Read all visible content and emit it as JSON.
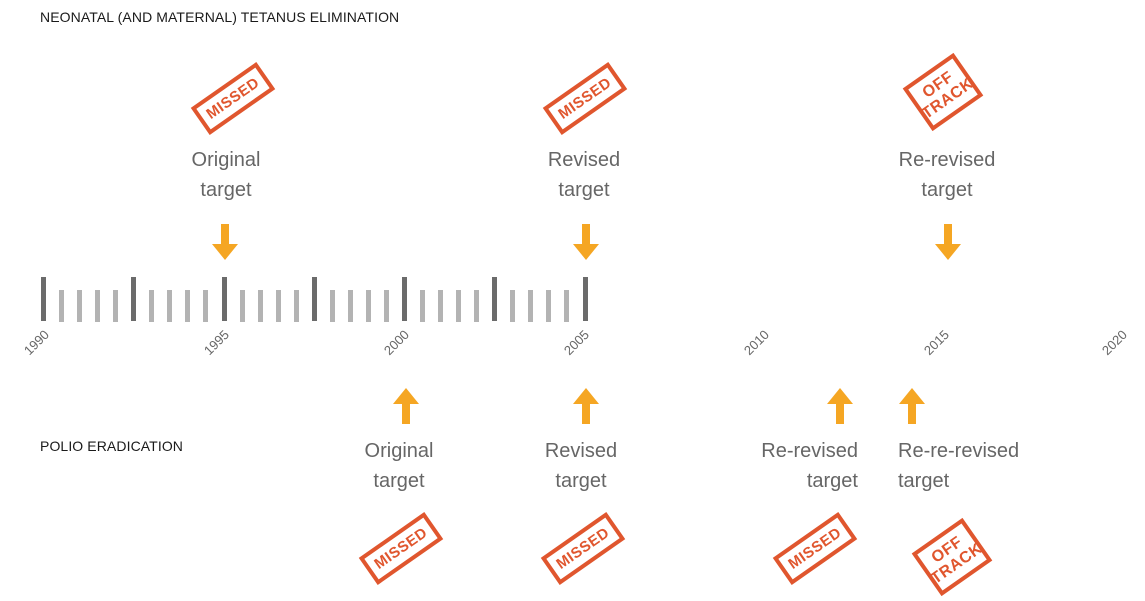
{
  "sections": {
    "top_title": "NEONATAL (AND MATERNAL) TETANUS ELIMINATION",
    "bottom_title": "POLIO ERADICATION"
  },
  "timeline": {
    "start_year": 1990,
    "end_year": 2020,
    "labeled_years": [
      "1990",
      "1995",
      "2000",
      "2005",
      "2010",
      "2015",
      "2020"
    ]
  },
  "tetanus_targets": [
    {
      "year": 1995,
      "line1": "Original",
      "line2": "target",
      "stamp": "MISSED"
    },
    {
      "year": 2005,
      "line1": "Revised",
      "line2": "target",
      "stamp": "MISSED"
    },
    {
      "year": 2015,
      "line1": "Re-revised",
      "line2": "target",
      "stamp_line1": "OFF",
      "stamp_line2": "TRACK"
    }
  ],
  "polio_targets": [
    {
      "year": 2000,
      "line1": "Original",
      "line2": "target",
      "stamp": "MISSED"
    },
    {
      "year": 2005,
      "line1": "Revised",
      "line2": "target",
      "stamp": "MISSED"
    },
    {
      "year": 2013,
      "line1": "Re-revised",
      "line2": "target",
      "stamp": "MISSED"
    },
    {
      "year": 2014,
      "line1": "Re-re-revised",
      "line2": "target",
      "stamp_line1": "OFF",
      "stamp_line2": "TRACK"
    }
  ],
  "colors": {
    "arrow": "#f5a623",
    "stamp": "#e0562e",
    "major_tick": "#6b6b6b",
    "minor_tick": "#b3b3b3"
  }
}
